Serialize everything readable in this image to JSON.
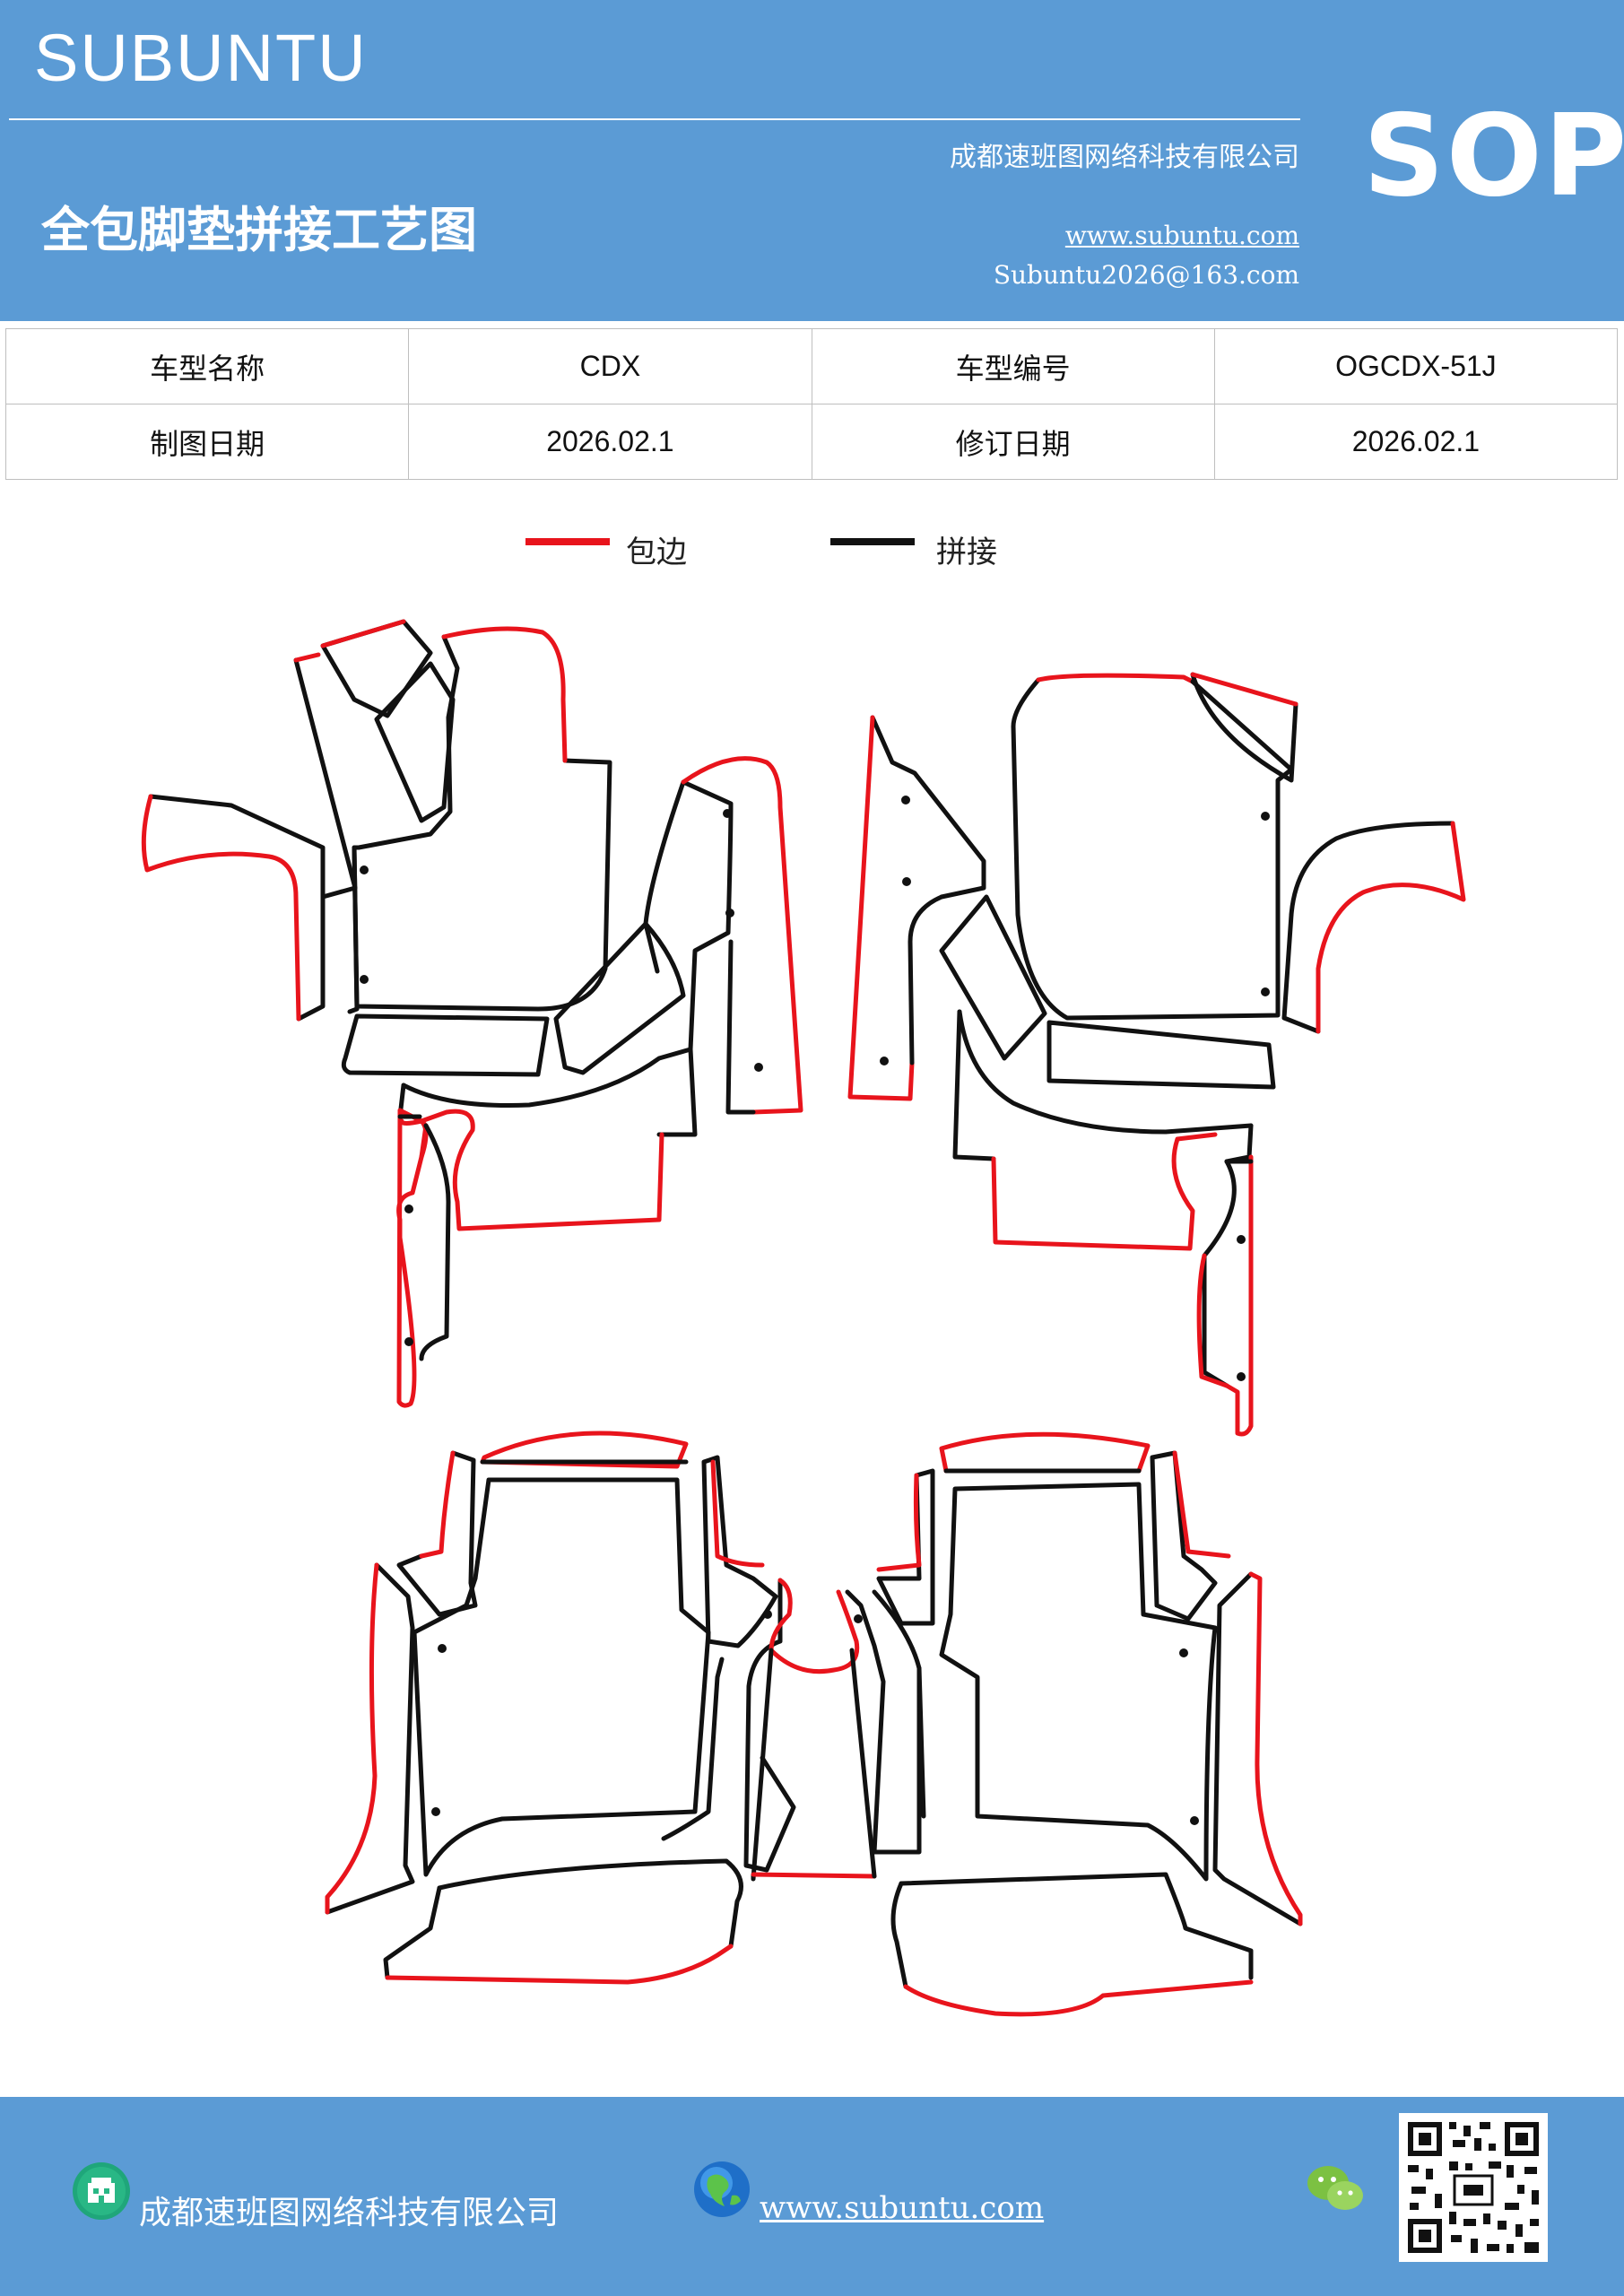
{
  "header": {
    "brand": "SUBUNTU",
    "company": "成都速班图网络科技有限公司",
    "title": "全包脚垫拼接工艺图",
    "website": "www.subuntu.com",
    "email": "Subuntu2026@163.com",
    "badge": "SOP"
  },
  "info": {
    "model_name_label": "车型名称",
    "model_name": "CDX",
    "model_code_label": "车型编号",
    "model_code": "OGCDX-51J",
    "draw_date_label": "制图日期",
    "draw_date": "2026.02.1",
    "revise_date_label": "修订日期",
    "revise_date": "2026.02.1"
  },
  "legend": {
    "edging_label": "包边",
    "edging_color": "#e8141c",
    "splice_label": "拼接",
    "splice_color": "#111111"
  },
  "footer": {
    "company": "成都速班图网络科技有限公司",
    "website": "www.subuntu.com",
    "building_icon": "building-icon",
    "globe_icon": "globe-icon",
    "wechat_icon": "wechat-icon",
    "qr_icon": "qr-code-icon"
  },
  "colors": {
    "header_bg": "#5b9bd5",
    "edging": "#e8141c",
    "splice": "#111111"
  }
}
